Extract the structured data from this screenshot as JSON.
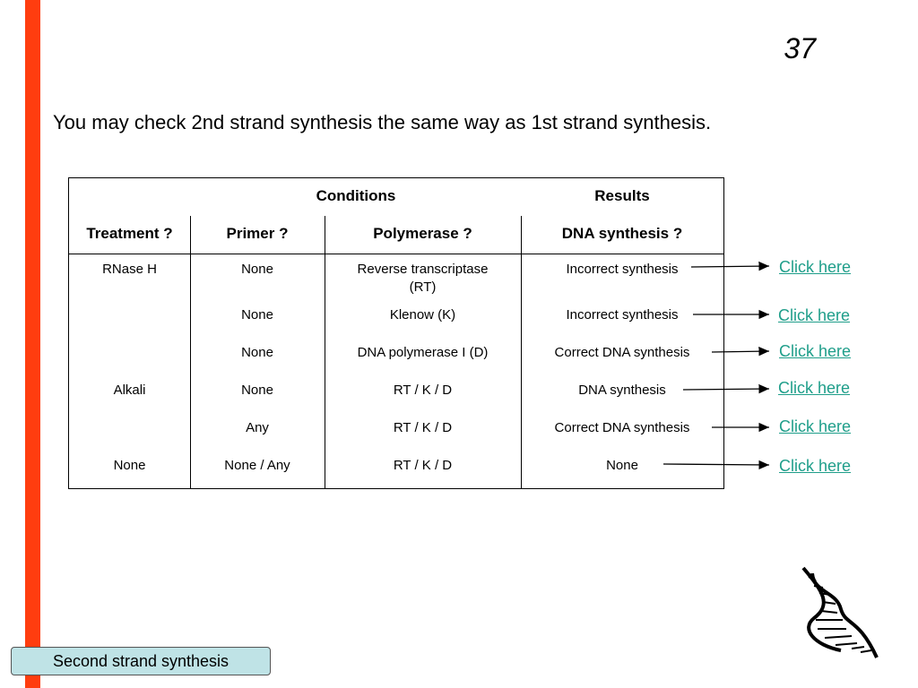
{
  "slide": {
    "number": "37",
    "intro": "You may check 2nd strand synthesis the same way as 1st strand synthesis.",
    "footer": "Second strand synthesis"
  },
  "table": {
    "group_headers": {
      "conditions": "Conditions",
      "results": "Results"
    },
    "columns": [
      "Treatment ?",
      "Primer ?",
      "Polymerase ?",
      "DNA synthesis ?"
    ],
    "rows": [
      {
        "treatment": "RNase H",
        "primer": "None",
        "polymerase_line1": "Reverse transcriptase",
        "polymerase_line2": "(RT)",
        "result": "Incorrect synthesis",
        "link": "Click here"
      },
      {
        "treatment": "",
        "primer": "None",
        "polymerase_line1": "Klenow (K)",
        "polymerase_line2": "",
        "result": "Incorrect synthesis",
        "link": "Click here"
      },
      {
        "treatment": "",
        "primer": "None",
        "polymerase_line1": "DNA polymerase I (D)",
        "polymerase_line2": "",
        "result": "Correct DNA synthesis",
        "link": "Click here"
      },
      {
        "treatment": "Alkali",
        "primer": "None",
        "polymerase_line1": "RT / K / D",
        "polymerase_line2": "",
        "result": "DNA synthesis",
        "link": "Click here"
      },
      {
        "treatment": "",
        "primer": "Any",
        "polymerase_line1": "RT / K / D",
        "polymerase_line2": "",
        "result": "Correct DNA synthesis",
        "link": "Click here"
      },
      {
        "treatment": "None",
        "primer": "None / Any",
        "polymerase_line1": "RT / K / D",
        "polymerase_line2": "",
        "result": "None",
        "link": "Click here"
      }
    ]
  },
  "icons": {
    "decoration": "dna-helix-icon"
  },
  "colors": {
    "accent_bar": "#ff3d0f",
    "link": "#1f9e8a",
    "footer_bg": "#bfe3e6"
  }
}
